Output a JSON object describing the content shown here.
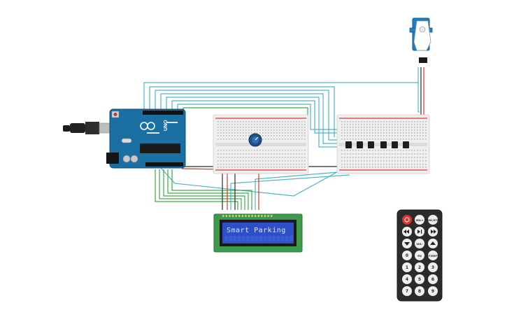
{
  "lcd": {
    "text": "Smart Parking"
  },
  "arduino": {
    "model_label": "UNO"
  },
  "remote": {
    "row_top": [
      "VOL+",
      "FUNC/STOP"
    ],
    "row_mid": [
      "VOL-",
      "ST/REPT"
    ],
    "row_mid_extra": "EQ",
    "digits": [
      "0",
      "1",
      "2",
      "3",
      "4",
      "5",
      "6",
      "7",
      "8",
      "9"
    ]
  },
  "colors": {
    "wire_cyan": "#4fb3c8",
    "wire_green": "#3daa4a",
    "wire_red": "#d23a2e",
    "wire_black": "#2a2a2a",
    "arduino_board": "#1a6fa3",
    "lcd_screen": "#2f4fc7",
    "lcd_board": "#3f9a4c",
    "servo_body": "#1f7fc4",
    "remote_body": "#2b2b2b",
    "power_button": "#d9362b"
  }
}
